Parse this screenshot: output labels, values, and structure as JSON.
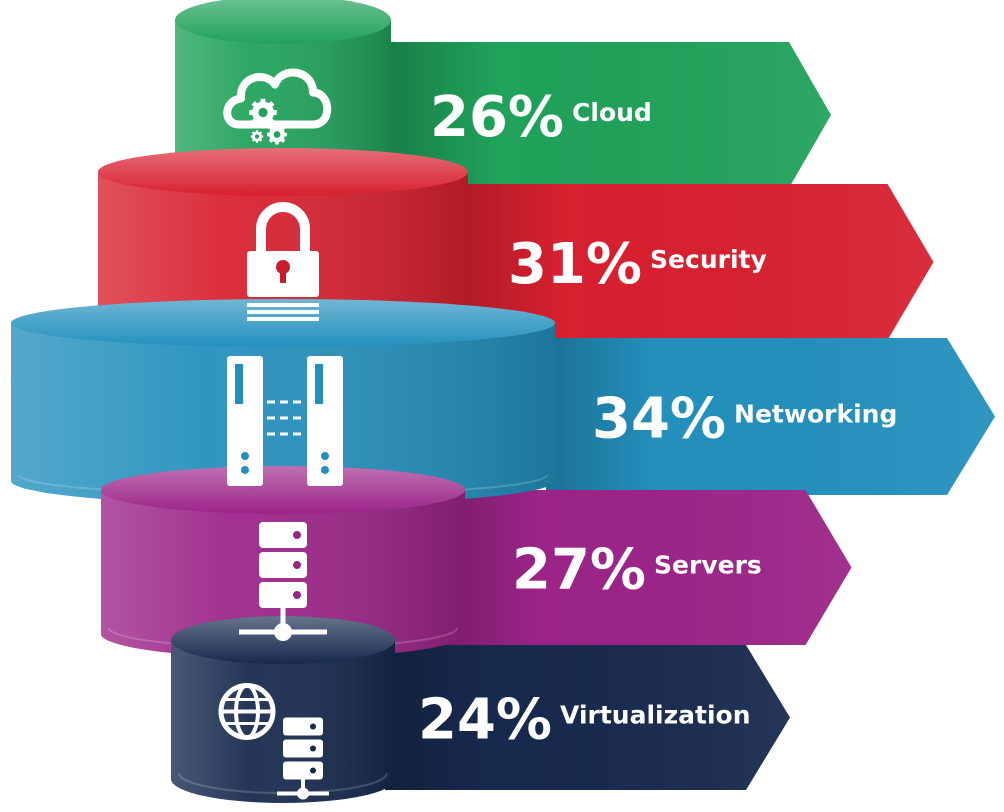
{
  "chart_data": {
    "type": "bar",
    "title": "",
    "categories": [
      "Cloud",
      "Security",
      "Networking",
      "Servers",
      "Virtualization"
    ],
    "values": [
      26,
      31,
      34,
      27,
      24
    ],
    "value_labels": [
      "26%",
      "31%",
      "34%",
      "27%",
      "24%"
    ],
    "unit": "%",
    "colors": [
      "#20a25a",
      "#d8202f",
      "#2390bd",
      "#9c2488",
      "#17294d"
    ],
    "icons": [
      "cloud-gears-icon",
      "padlock-icon",
      "network-servers-icon",
      "server-stack-icon",
      "globe-server-icon"
    ]
  }
}
